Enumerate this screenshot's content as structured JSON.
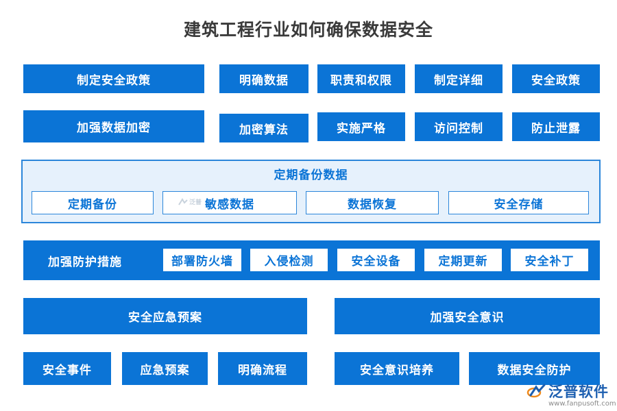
{
  "title": "建筑工程行业如何确保数据安全",
  "row1": {
    "main": "制定安全政策",
    "items": [
      "明确数据",
      "职责和权限",
      "制定详细",
      "安全政策"
    ]
  },
  "row2": {
    "main": "加强数据加密",
    "items": [
      "加密算法",
      "实施严格",
      "访问控制",
      "防止泄露"
    ]
  },
  "backup": {
    "title": "定期备份数据",
    "items": [
      "定期备份",
      "敏感数据",
      "数据恢复",
      "安全存储"
    ],
    "watermark": "泛普"
  },
  "protect": {
    "main": "加强防护措施",
    "items": [
      "部署防火墙",
      "入侵检测",
      "安全设备",
      "定期更新",
      "安全补丁"
    ]
  },
  "emergency": {
    "main": "安全应急预案",
    "items": [
      "安全事件",
      "应急预案",
      "明确流程"
    ]
  },
  "awareness": {
    "main": "加强安全意识",
    "items": [
      "安全意识培养",
      "数据安全防护"
    ]
  },
  "logo": {
    "name": "泛普软件",
    "url": "www.fanpusoft.com",
    "icon": "fanpu-logo-icon",
    "colors": {
      "blue": "#1d5fb0",
      "orange": "#f08a1c"
    }
  },
  "colors": {
    "primary": "#0b74d6",
    "panel_bg": "#e6f1fc",
    "title": "#3a3a3a"
  }
}
